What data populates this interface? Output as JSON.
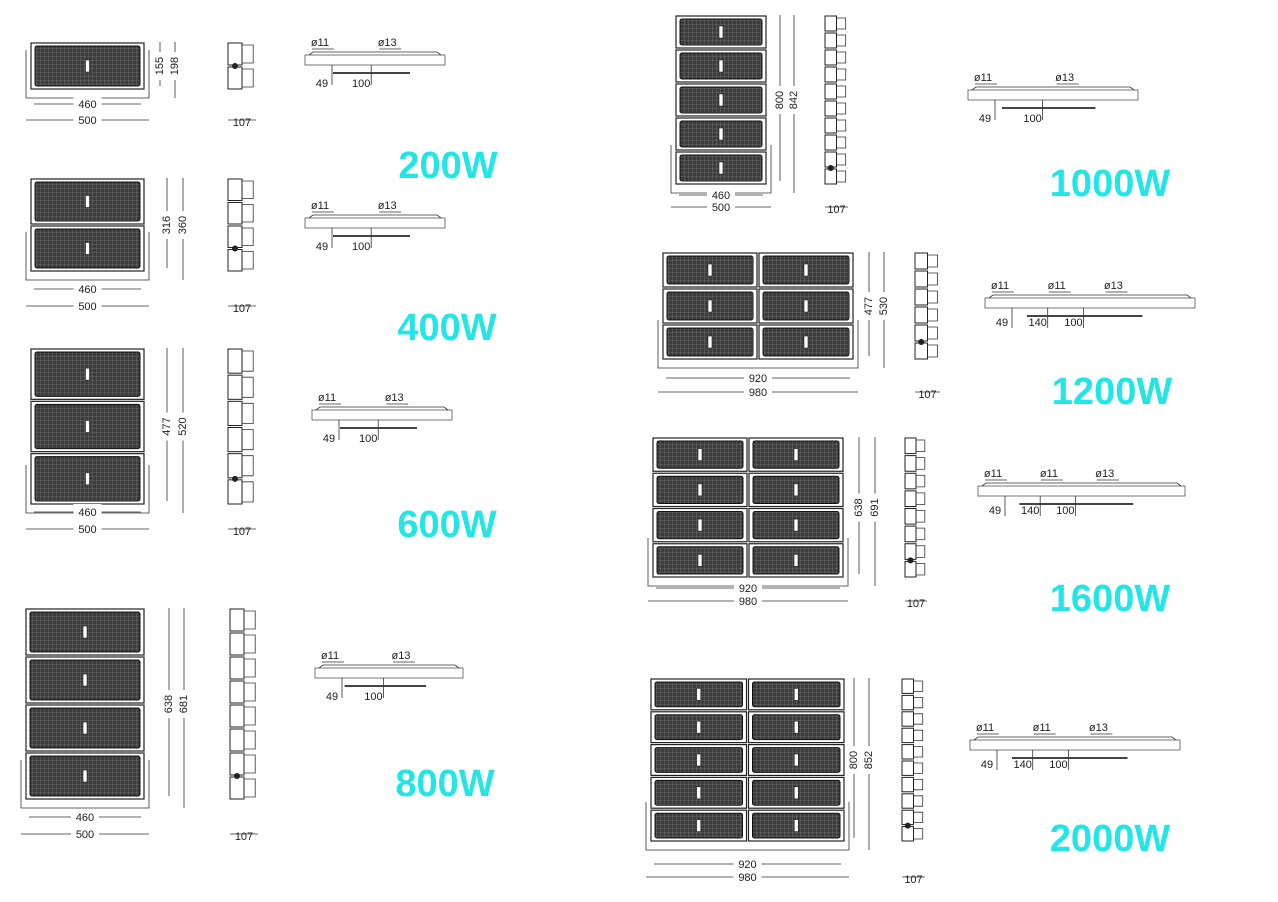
{
  "products": [
    {
      "power": "200W",
      "rows": 1,
      "cols": 1,
      "width_inner": "460",
      "width_outer": "500",
      "height_inner": "155",
      "height_outer": "198",
      "depth": "107",
      "section": [
        "ø11",
        "ø13"
      ],
      "section_dims": [
        "49",
        "100"
      ]
    },
    {
      "power": "400W",
      "rows": 2,
      "cols": 1,
      "width_inner": "460",
      "width_outer": "500",
      "height_inner": "316",
      "height_outer": "360",
      "depth": "107",
      "section": [
        "ø11",
        "ø13"
      ],
      "section_dims": [
        "49",
        "100"
      ]
    },
    {
      "power": "600W",
      "rows": 3,
      "cols": 1,
      "width_inner": "460",
      "width_outer": "500",
      "height_inner": "477",
      "height_outer": "520",
      "depth": "107",
      "section": [
        "ø11",
        "ø13"
      ],
      "section_dims": [
        "49",
        "100"
      ]
    },
    {
      "power": "800W",
      "rows": 4,
      "cols": 1,
      "width_inner": "460",
      "width_outer": "500",
      "height_inner": "638",
      "height_outer": "681",
      "depth": "107",
      "section": [
        "ø11",
        "ø13"
      ],
      "section_dims": [
        "49",
        "100"
      ]
    },
    {
      "power": "1000W",
      "rows": 5,
      "cols": 1,
      "width_inner": "460",
      "width_outer": "500",
      "height_inner": "800",
      "height_outer": "842",
      "depth": "107",
      "section": [
        "ø11",
        "ø13"
      ],
      "section_dims": [
        "49",
        "100"
      ]
    },
    {
      "power": "1200W",
      "rows": 3,
      "cols": 2,
      "width_inner": "920",
      "width_outer": "980",
      "height_inner": "477",
      "height_outer": "530",
      "depth": "107",
      "section": [
        "ø11",
        "ø11",
        "ø13"
      ],
      "section_dims": [
        "49",
        "140",
        "100"
      ]
    },
    {
      "power": "1600W",
      "rows": 4,
      "cols": 2,
      "width_inner": "920",
      "width_outer": "980",
      "height_inner": "638",
      "height_outer": "691",
      "depth": "107",
      "section": [
        "ø11",
        "ø11",
        "ø13"
      ],
      "section_dims": [
        "49",
        "140",
        "100"
      ]
    },
    {
      "power": "2000W",
      "rows": 5,
      "cols": 2,
      "width_inner": "920",
      "width_outer": "980",
      "height_inner": "800",
      "height_outer": "852",
      "depth": "107",
      "section": [
        "ø11",
        "ø11",
        "ø13"
      ],
      "section_dims": [
        "49",
        "140",
        "100"
      ]
    }
  ],
  "colors": {
    "power_label": "#22e6e6",
    "line": "#333333",
    "panel": "#4a4a4a"
  }
}
